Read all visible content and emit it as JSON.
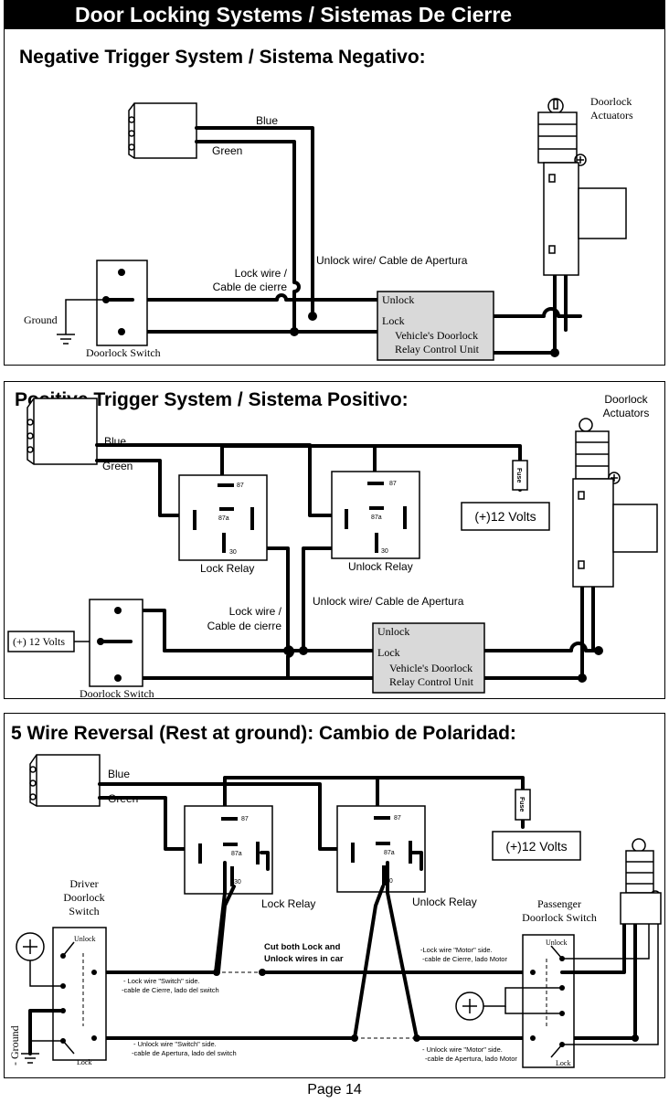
{
  "banner": {
    "title": "Door Locking Systems / Sistemas De Cierre"
  },
  "negative": {
    "title": "Negative Trigger System / Sistema Negativo:",
    "wire_blue": "Blue",
    "wire_green": "Green",
    "actuators_line1": "Doorlock",
    "actuators_line2": "Actuators",
    "unlock_wire": "Unlock  wire/ Cable de Apertura",
    "lock_wire_line1": "Lock wire /",
    "lock_wire_line2": "Cable de cierre",
    "ground": "Ground",
    "switch": "Doorlock Switch",
    "unit_unlock": "Unlock",
    "unit_lock": "Lock",
    "unit_name_line1": "Vehicle's Doorlock",
    "unit_name_line2": "Relay Control Unit"
  },
  "positive": {
    "title": "Positive Trigger System / Sistema Positivo:",
    "actuators_line1": "Doorlock",
    "actuators_line2": "Actuators",
    "wire_blue": "Blue",
    "wire_green": "Green",
    "pin_87": "87",
    "pin_87a": "87a",
    "pin_30": "30",
    "lock_relay": "Lock Relay",
    "unlock_relay": "Unlock Relay",
    "fuse": "Fuse",
    "volts": "(+)12  Volts",
    "lock_wire_line1": "Lock  wire /",
    "lock_wire_line2": "Cable de cierre",
    "unlock_wire": "Unlock  wire/  Cable de Apertura",
    "volts_small": "(+) 12 Volts",
    "switch": "Doorlock Switch",
    "unit_unlock": "Unlock",
    "unit_lock": "Lock",
    "unit_name_line1": "Vehicle's Doorlock",
    "unit_name_line2": "Relay Control Unit"
  },
  "reversal": {
    "title": "5 Wire Reversal (Rest at ground): Cambio de Polaridad:",
    "wire_blue": "Blue",
    "wire_green": "Green",
    "pin_87": "87",
    "pin_87a": "87a",
    "pin_30": "30",
    "lock_relay": "Lock Relay",
    "unlock_relay": "Unlock Relay",
    "fuse": "Fuse",
    "volts": "(+)12  Volts",
    "driver_line1": "Driver",
    "driver_line2": "Doorlock",
    "driver_line3": "Switch",
    "passenger_line1": "Passenger",
    "passenger_line2": "Doorlock Switch",
    "sw_unlock": "Unlock",
    "sw_lock": "Lock",
    "cut_line1": "Cut both Lock and",
    "cut_line2": "Unlock wires in car",
    "lock_switch_side_line1": "- Lock  wire \"Switch\" side.",
    "lock_switch_side_line2": "-cable de Cierre, lado del switch",
    "unlock_switch_side_line1": "- Unlock  wire \"Switch\" side.",
    "unlock_switch_side_line2": "-cable de Apertura, lado del switch",
    "lock_motor_side_line1": "-Lock  wire \"Motor\" side.",
    "lock_motor_side_line2": "-cable de Cierre, lado Motor",
    "unlock_motor_side_line1": "- Unlock  wire \"Motor\" side.",
    "unlock_motor_side_line2": "-cable de Apertura, lado Motor",
    "ground": "- Ground"
  },
  "footer": {
    "page": "Page 14"
  }
}
